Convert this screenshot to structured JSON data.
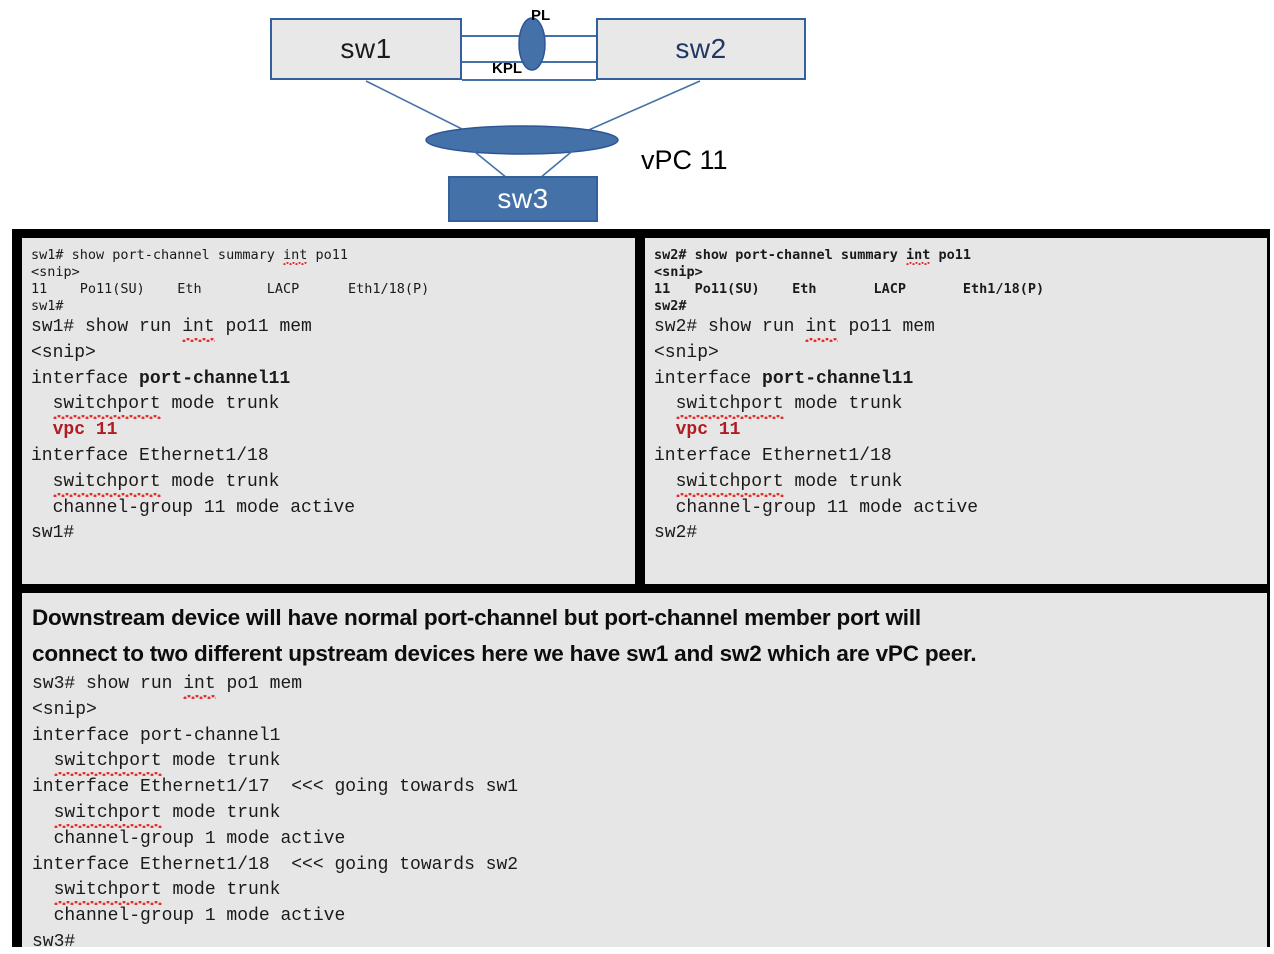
{
  "diagram": {
    "nodes": [
      {
        "id": "sw1",
        "label": "sw1"
      },
      {
        "id": "sw2",
        "label": "sw2"
      },
      {
        "id": "sw3",
        "label": "sw3"
      }
    ],
    "link_labels": {
      "peer_link": "PL",
      "keepalive_link": "KPL"
    },
    "vpc_label": "vPC 11",
    "colors": {
      "node_fill_light": "#e8e8e8",
      "node_fill_blue": "#4472a8",
      "node_border": "#31609c",
      "link_line": "#4472a8",
      "ellipse_fill": "#4472a8",
      "ellipse_border": "#2f5597"
    }
  },
  "panes": {
    "sw1": {
      "title": "sw1 terminal output",
      "header_lines": [
        "sw1# show port-channel summary int po11",
        "<snip>",
        "11    Po11(SU)    Eth        LACP      Eth1/18(P)",
        "sw1#"
      ],
      "header_bold": false,
      "body_lines": [
        "sw1# show run int po11 mem",
        "<snip>",
        "interface port-channel11",
        "  switchport mode trunk",
        "  vpc 11",
        "interface Ethernet1/18",
        "  switchport mode trunk",
        "  channel-group 11 mode active",
        "sw1#"
      ]
    },
    "sw2": {
      "title": "sw2 terminal output",
      "header_lines": [
        "sw2# show port-channel summary int po11",
        "<snip>",
        "11   Po11(SU)    Eth       LACP       Eth1/18(P)",
        "sw2#"
      ],
      "header_bold": true,
      "body_lines": [
        "sw2# show run int po11 mem",
        "<snip>",
        "interface port-channel11",
        "  switchport mode trunk",
        "  vpc 11",
        "interface Ethernet1/18",
        "  switchport mode trunk",
        "  channel-group 11 mode active",
        "sw2#"
      ]
    },
    "sw3": {
      "title": "sw3 terminal output",
      "note_line_1": "Downstream device will have normal port-channel but port-channel member port will",
      "note_line_2": "connect to two different upstream devices here we have sw1 and sw2 which are vPC peer.",
      "body_lines": [
        "sw3# show run int po1 mem",
        "<snip>",
        "interface port-channel1",
        "  switchport mode trunk",
        "interface Ethernet1/17  <<< going towards sw1",
        "  switchport mode trunk",
        "  channel-group 1 mode active",
        "interface Ethernet1/18  <<< going towards sw2",
        "  switchport mode trunk",
        "  channel-group 1 mode active",
        "sw3#"
      ]
    }
  },
  "tokens": {
    "int": "int",
    "switchport": "switchport",
    "vpc_11": "vpc 11",
    "port_channel11": "port-channel11"
  },
  "colors": {
    "accent_red": "#b01c22",
    "frame_black": "#000000",
    "pane_bg": "#e6e6e6",
    "page_bg": "#ffffff"
  }
}
